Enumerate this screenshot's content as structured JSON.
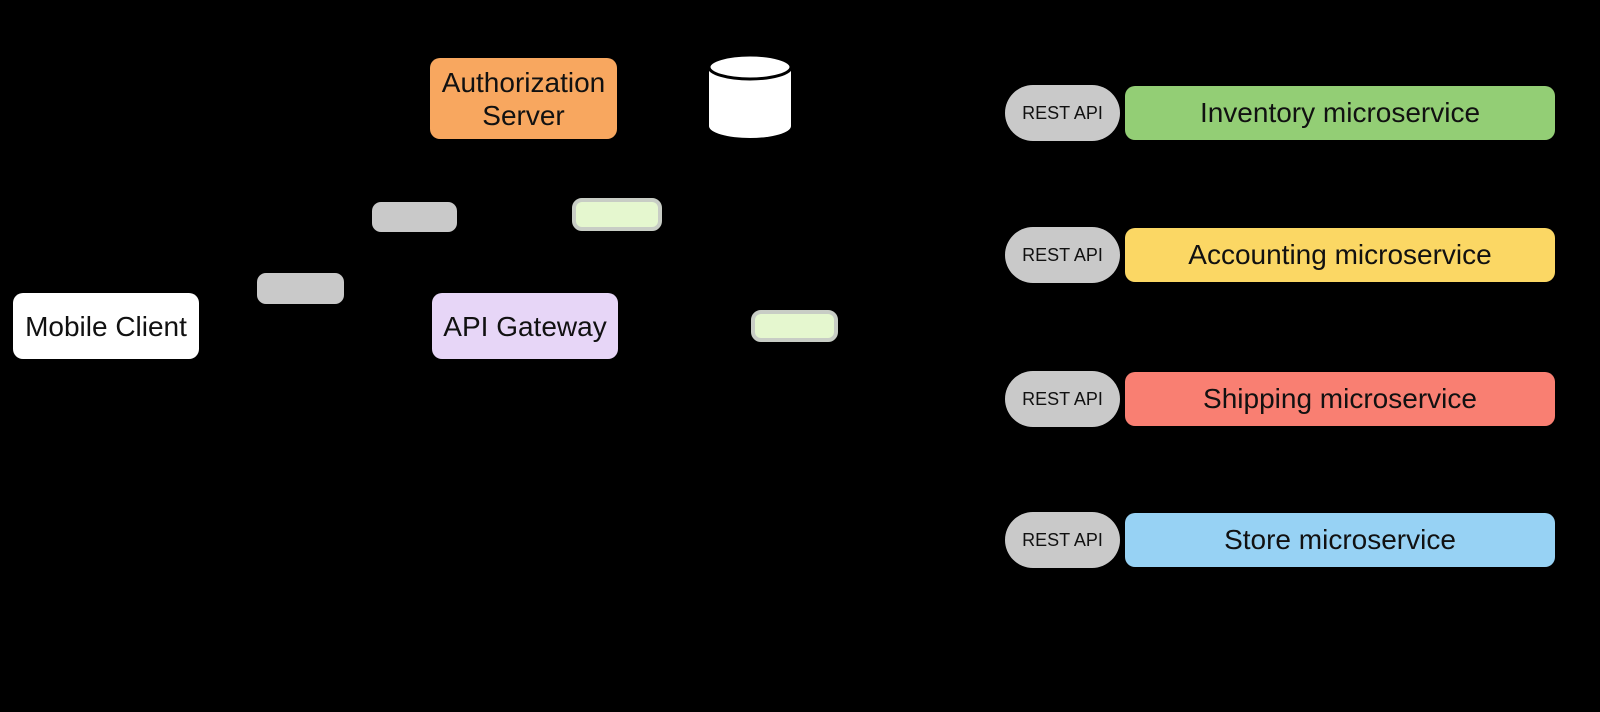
{
  "canvas": {
    "background": "#000000",
    "text_color": "#111111"
  },
  "nodes": {
    "mobile_client": {
      "label": "Mobile Client",
      "fill": "#FFFFFF"
    },
    "authorization_server": {
      "label": "Authorization Server",
      "fill": "#F8A75F"
    },
    "api_gateway": {
      "label": "API Gateway",
      "fill": "#E7D6F7"
    },
    "database_cylinder": {
      "fill": "#FFFFFF",
      "outline": "#000000"
    },
    "small_gray_box_upper": {
      "fill": "#C9C9C9"
    },
    "small_gray_box_lower": {
      "fill": "#C9C9C9"
    },
    "small_green_box_upper": {
      "fill": "#E5F7CF",
      "border": "#C8CDC5"
    },
    "small_green_box_lower": {
      "fill": "#E5F7CF",
      "border": "#C8CDC5"
    }
  },
  "services": [
    {
      "api_label": "REST API",
      "api_fill": "#C9C9C9",
      "name": "Inventory microservice",
      "fill": "#93CE75"
    },
    {
      "api_label": "REST API",
      "api_fill": "#C9C9C9",
      "name": "Accounting microservice",
      "fill": "#FBD764"
    },
    {
      "api_label": "REST API",
      "api_fill": "#C9C9C9",
      "name": "Shipping microservice",
      "fill": "#F97F72"
    },
    {
      "api_label": "REST API",
      "api_fill": "#C9C9C9",
      "name": "Store microservice",
      "fill": "#97D2F4"
    }
  ]
}
